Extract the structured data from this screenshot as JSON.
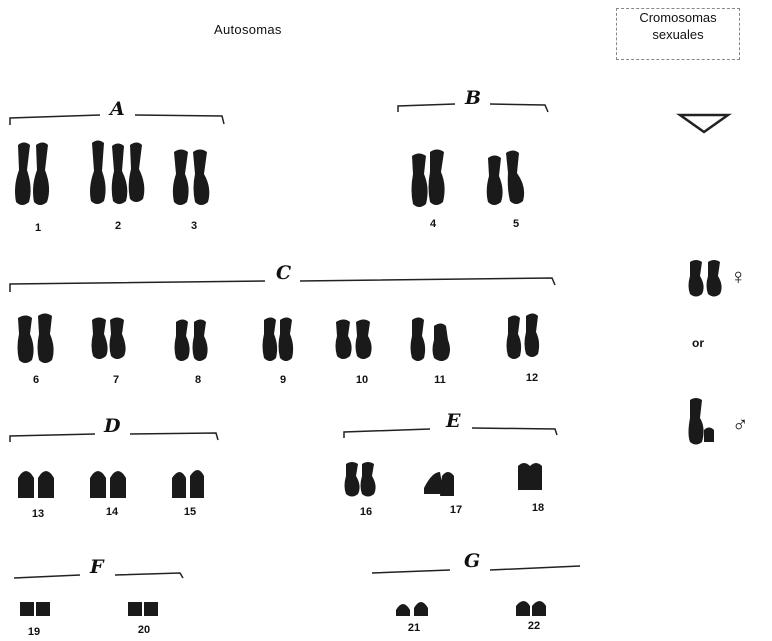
{
  "title_autosomes": "Autosomas",
  "title_sex": "Cromosomas sexuales",
  "or_text": "or",
  "female_symbol": "♀",
  "male_symbol": "♂",
  "groups": [
    "A",
    "B",
    "C",
    "D",
    "E",
    "F",
    "G"
  ],
  "numbers": [
    "1",
    "2",
    "3",
    "4",
    "5",
    "6",
    "7",
    "8",
    "9",
    "10",
    "11",
    "12",
    "13",
    "14",
    "15",
    "16",
    "17",
    "18",
    "19",
    "20",
    "21",
    "22"
  ]
}
